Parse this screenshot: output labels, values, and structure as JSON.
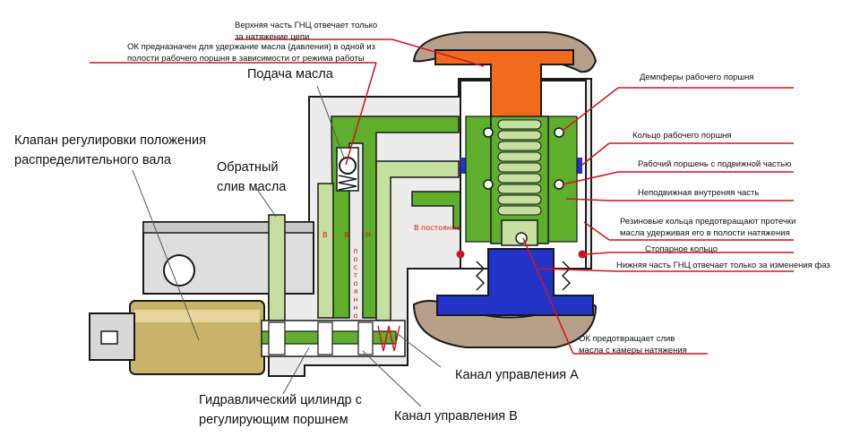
{
  "labels": {
    "upper_part": [
      "Верхняя часть ГНЦ отвечает только",
      "за натяжение цепи"
    ],
    "check_valve_hold": [
      "ОК предназначен для удержание масла (давления) в одной из",
      "полости рабочего поршня  в зависимости от режима работы"
    ],
    "oil_supply": "Подача масла",
    "camshaft_valve": [
      "Клапан регулировки положения",
      "распределительного вала"
    ],
    "return_drain": [
      "Обратный",
      "слив масла"
    ],
    "dampers": "Демпферы рабочего поршня",
    "piston_ring": "Кольцо рабочего поршня",
    "working_piston": "Рабочий поршень с подвижной частью",
    "fixed_inner": "Неподвижная внутреняя часть",
    "rubber_rings": [
      "Резиновые кольца предотвращают протечки",
      "масла удерживая его в полости натяжения"
    ],
    "stop_ring": "Стопарное кольцо",
    "lower_part": "Нижняя часть ГНЦ отвечает только за изменения фаз",
    "check_valve_prevent": [
      "ОК предотвращает слив",
      "масла с камеры натяжения"
    ],
    "channel_a": "Канал управления А",
    "hydraulic_cylinder": [
      "Гидравлический цилиндр с",
      "регулирующим поршнем"
    ],
    "channel_b": "Канал управления В"
  },
  "channel_marks": {
    "b1": "В",
    "b2": "В",
    "n": "Н",
    "constant": "В  постоянно",
    "vertical": "постоянно"
  },
  "colors": {
    "green": "#5fae2c",
    "light_green": "#c6dea0",
    "orange": "#f26b1d",
    "blue": "#2233c8",
    "red": "#d4141c",
    "tan": "#b79f8a",
    "gold": "#c9b36a",
    "housing": "#ededed",
    "outline": "#1a1a1a"
  }
}
